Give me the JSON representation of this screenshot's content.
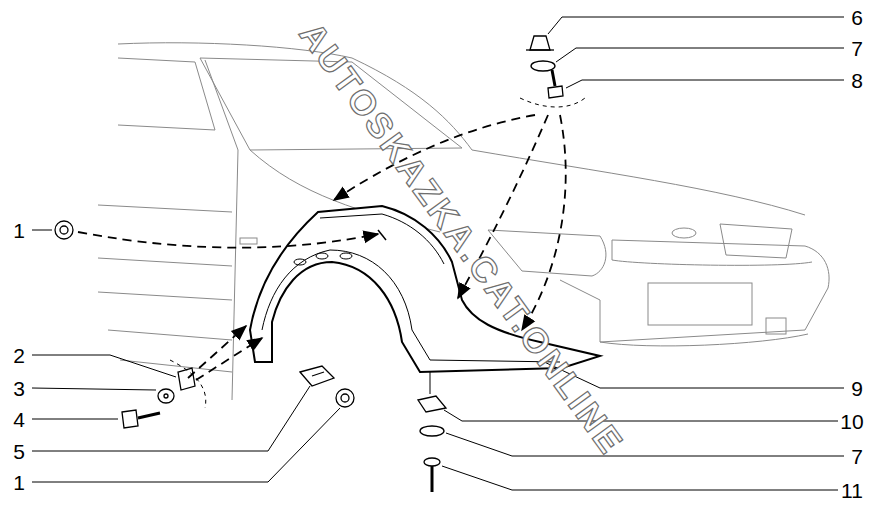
{
  "diagram": {
    "labels": [
      "1",
      "2",
      "3",
      "4",
      "5",
      "1",
      "6",
      "7",
      "8",
      "9",
      "10",
      "7",
      "11",
      "AUTOSKAZKA.CAT.ONLINE"
    ]
  }
}
